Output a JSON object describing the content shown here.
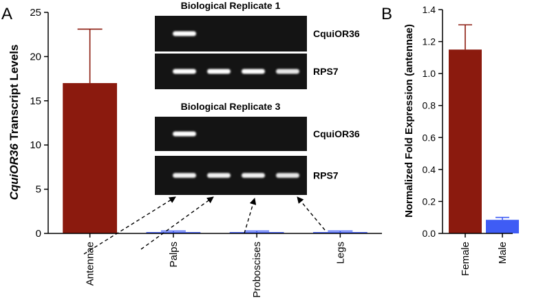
{
  "chart_data": [
    {
      "type": "bar",
      "panel_label": "A",
      "categories": [
        "Antennae",
        "Palps",
        "Proboscises",
        "Legs"
      ],
      "values": [
        17.0,
        0.15,
        0.15,
        0.15
      ],
      "errors": [
        6.1,
        0.12,
        0.12,
        0.12
      ],
      "ylabel_italic": "CquiOR36",
      "ylabel_rest": " Transcript Levels",
      "ylim": [
        0,
        25
      ],
      "yticks": [
        0,
        5,
        10,
        15,
        20,
        25
      ],
      "bar_colors": [
        "#8b1a0e",
        "#3f5cf5",
        "#3f5cf5",
        "#3f5cf5"
      ],
      "grid": false,
      "gel_inset": {
        "replicates": [
          {
            "title": "Biological Replicate 1",
            "lanes": [
              {
                "label": "CquiOR36",
                "band_intensity": [
                  1.0,
                  0,
                  0,
                  0
                ]
              },
              {
                "label": "RPS7",
                "band_intensity": [
                  1.0,
                  1.0,
                  1.0,
                  0.9
                ]
              }
            ]
          },
          {
            "title": "Biological Replicate 3",
            "lanes": [
              {
                "label": "CquiOR36",
                "band_intensity": [
                  1.0,
                  0,
                  0,
                  0
                ]
              },
              {
                "label": "RPS7",
                "band_intensity": [
                  0.95,
                  0.95,
                  0.95,
                  0.9
                ]
              }
            ]
          }
        ]
      }
    },
    {
      "type": "bar",
      "panel_label": "B",
      "categories": [
        "Female",
        "Male"
      ],
      "values": [
        1.15,
        0.085
      ],
      "errors": [
        0.155,
        0.015
      ],
      "ylabel": "Normalized Fold Expression (antennae)",
      "ylim": [
        0,
        1.4
      ],
      "yticks": [
        0.0,
        0.2,
        0.4,
        0.6,
        0.8,
        1.0,
        1.2,
        1.4
      ],
      "ytick_labels": [
        "0.0",
        "0.2",
        "0.4",
        "0.6",
        "0.8",
        "1.0",
        "1.2",
        "1.4"
      ],
      "bar_colors": [
        "#8b1a0e",
        "#3f5cf5"
      ],
      "grid": false
    }
  ]
}
